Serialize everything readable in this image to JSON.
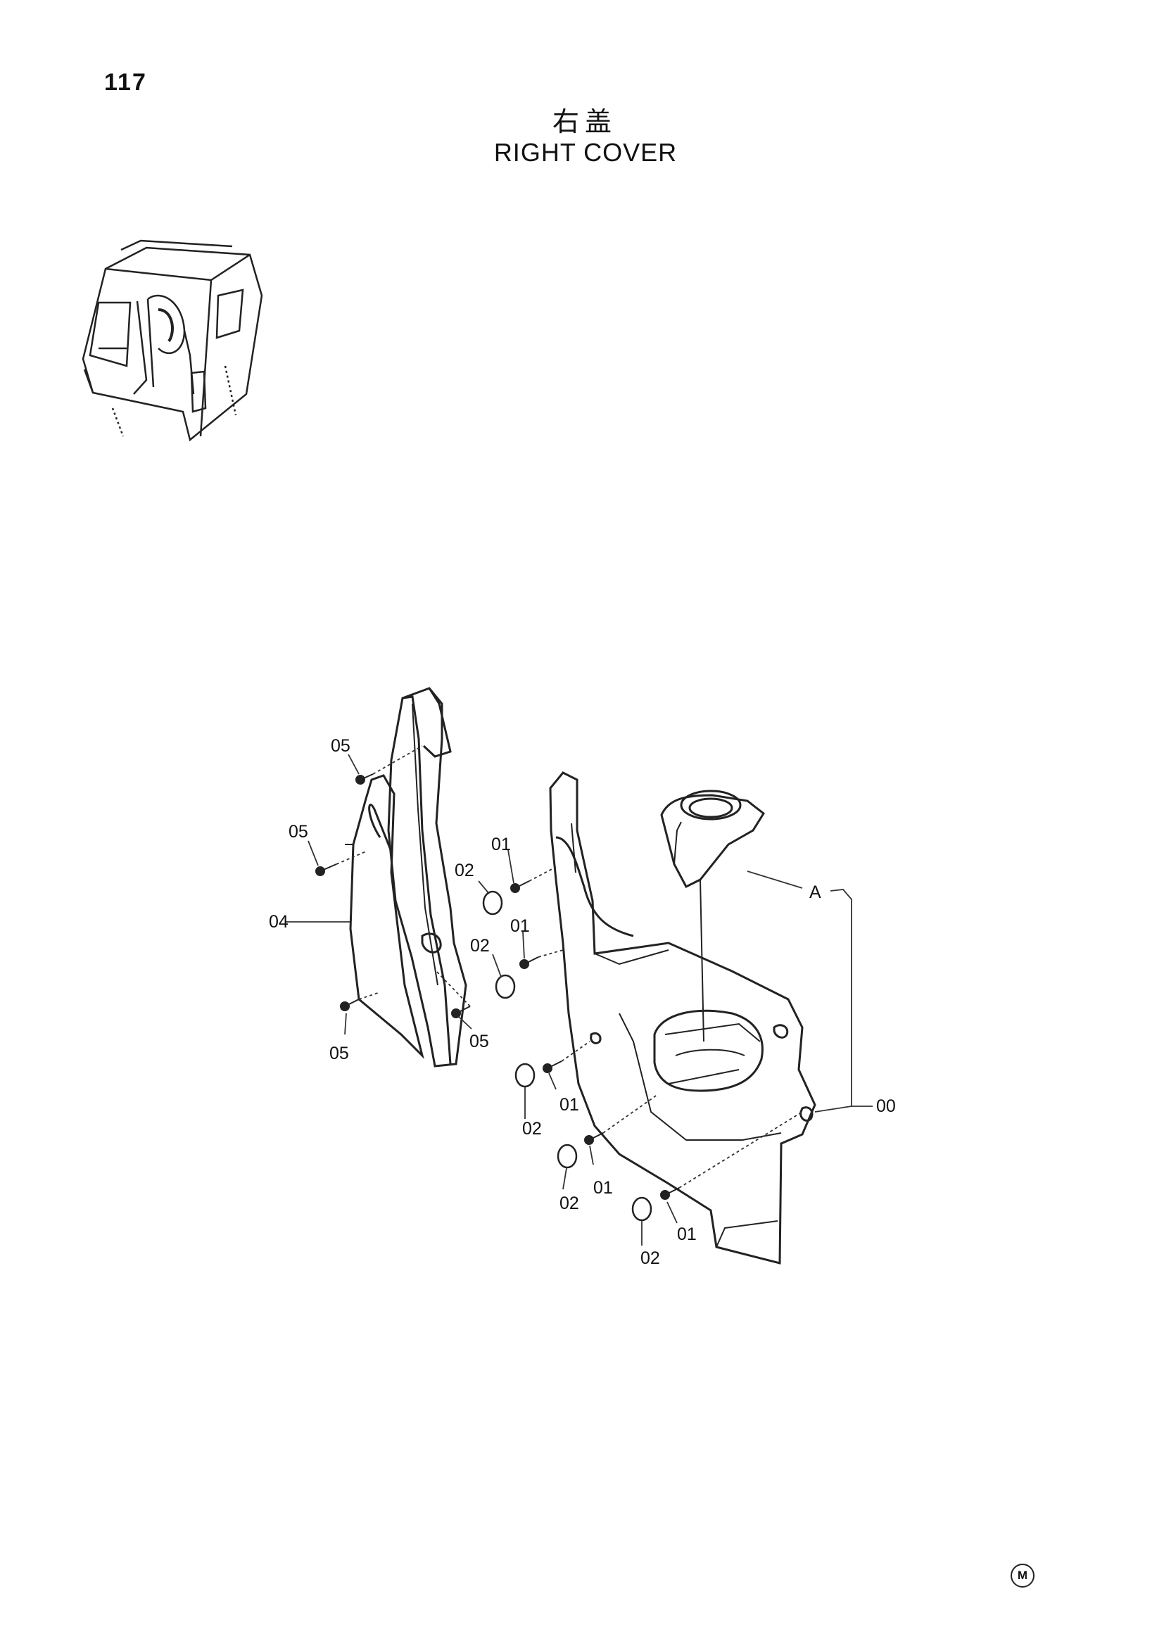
{
  "page": {
    "number": "117",
    "title_cn": "右盖",
    "title_en": "RIGHT COVER",
    "corner_mark": "M"
  },
  "callouts": [
    {
      "id": "c-05-top",
      "text": "05"
    },
    {
      "id": "c-05-left",
      "text": "05"
    },
    {
      "id": "c-04",
      "text": "04"
    },
    {
      "id": "c-05-bottom-left",
      "text": "05"
    },
    {
      "id": "c-05-bottom-right",
      "text": "05"
    },
    {
      "id": "c-02-a",
      "text": "02"
    },
    {
      "id": "c-01-a",
      "text": "01"
    },
    {
      "id": "c-01-b",
      "text": "01"
    },
    {
      "id": "c-02-b",
      "text": "02"
    },
    {
      "id": "c-A",
      "text": "A"
    },
    {
      "id": "c-00",
      "text": "00"
    },
    {
      "id": "c-02-c",
      "text": "02"
    },
    {
      "id": "c-01-c",
      "text": "01"
    },
    {
      "id": "c-01-d",
      "text": "01"
    },
    {
      "id": "c-02-d",
      "text": "02"
    },
    {
      "id": "c-01-e",
      "text": "01"
    },
    {
      "id": "c-02-e",
      "text": "02"
    }
  ]
}
